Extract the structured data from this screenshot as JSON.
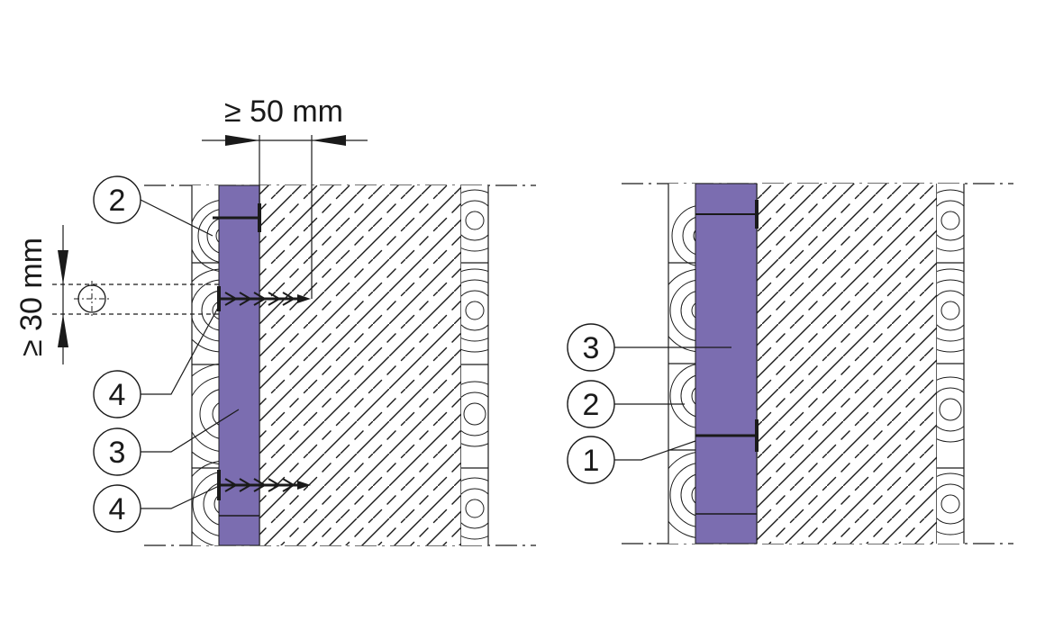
{
  "left_section": {
    "dim_horizontal": "≥ 50 mm",
    "dim_vertical": "≥ 30 mm",
    "callouts": [
      "2",
      "4",
      "3",
      "4"
    ]
  },
  "right_section": {
    "callouts": [
      "3",
      "2",
      "1"
    ]
  },
  "colors": {
    "insulation": "#7b6db0",
    "line": "#1a1a1a",
    "background": "#ffffff"
  }
}
